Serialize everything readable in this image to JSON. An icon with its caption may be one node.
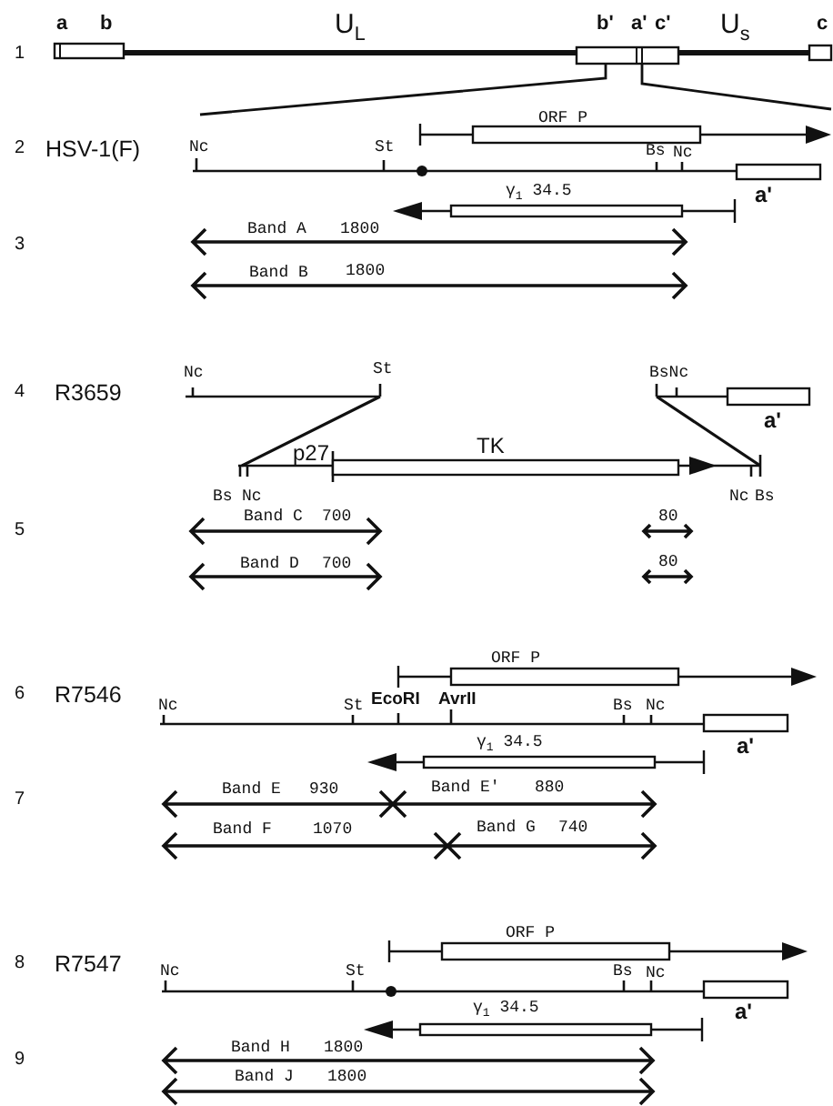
{
  "diagram": {
    "labels": [
      "a",
      "b",
      "U$_{L}$",
      "b'",
      "a'",
      "c'",
      "U$_{s}$",
      "c",
      "1",
      "ORF P",
      "2",
      "HSV-1(F)",
      "Nc",
      "St",
      "Bs",
      "Nc",
      "γ$_{1}$ 34.5",
      "a'",
      "3",
      "Band A",
      "1800",
      "Band B",
      "1800",
      "4",
      "R3659",
      "Nc",
      "St",
      "BsNc",
      "a'",
      "p27",
      "TK",
      "Bs",
      "Nc",
      "Nc",
      "Bs",
      "5",
      "Band C",
      "700",
      "80",
      "Band D",
      "700",
      "80",
      "ORF P",
      "6",
      "R7546",
      "Nc",
      "St",
      "EcoRI",
      "AvrII",
      "Bs",
      "Nc",
      "γ$_{1}$ 34.5",
      "a'",
      "7",
      "Band E",
      "930",
      "Band E'",
      "880",
      "Band F",
      "1070",
      "Band G",
      "740",
      "ORF P",
      "8",
      "R7547",
      "Nc",
      "St",
      "Bs",
      "Nc",
      "γ$_{1}$ 34.5",
      "a'",
      "9",
      "Band H",
      "1800",
      "Band J",
      "1800"
    ]
  }
}
